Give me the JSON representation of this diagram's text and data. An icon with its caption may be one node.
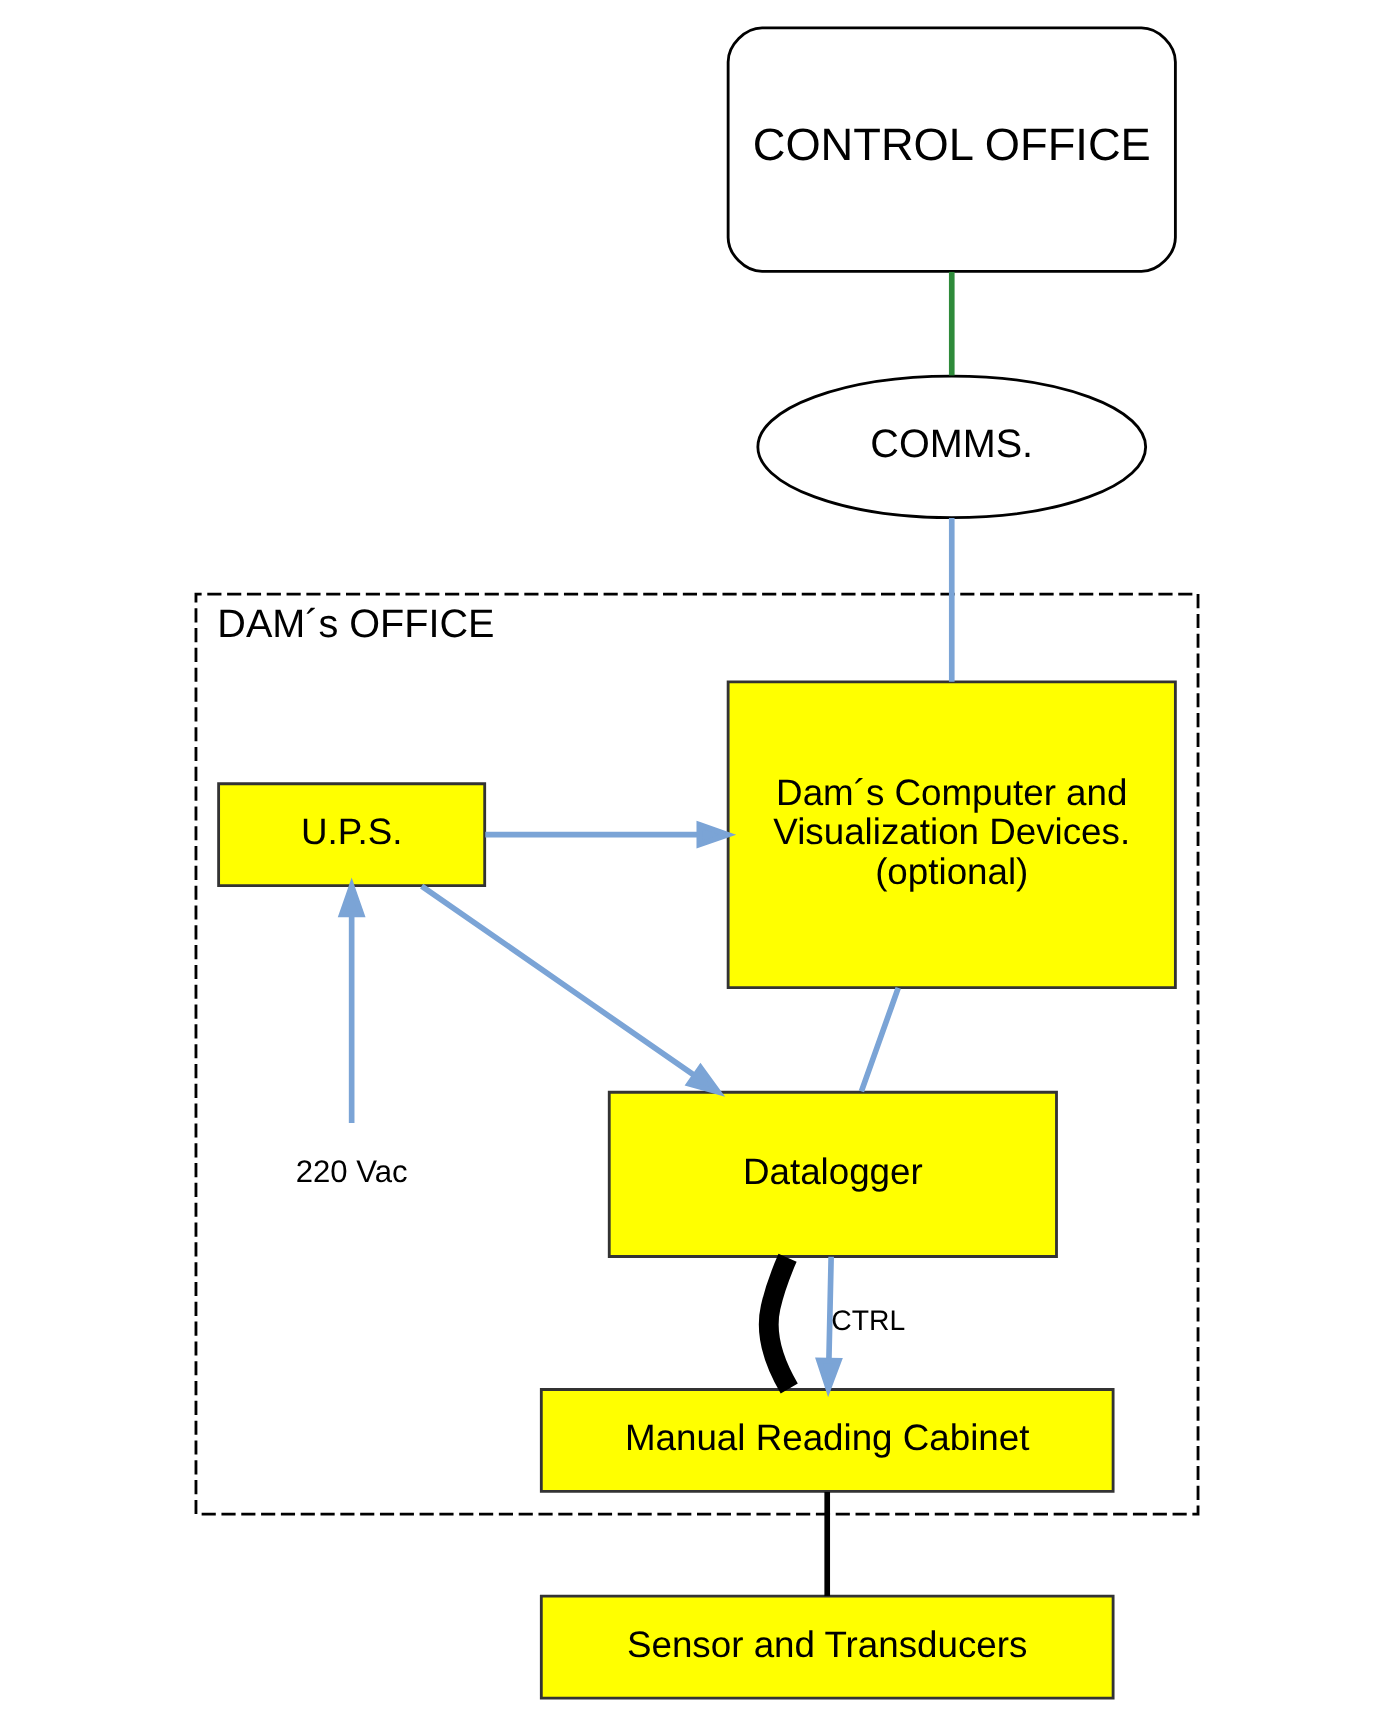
{
  "diagram": {
    "nodes": [
      {
        "text": [
          "CONTROL OFFICE"
        ]
      },
      {
        "text": [
          "COMMS."
        ]
      },
      {
        "text": [
          "DAM´s OFFICE"
        ]
      },
      {
        "text": [
          "Dam´s Computer and Visualization Devices. (optional)"
        ],
        "in": 2
      },
      {
        "text": [
          "U.P.S."
        ],
        "in": 2
      },
      {
        "text": [
          "Datalogger"
        ],
        "in": 2
      },
      {
        "text": [
          "Manual Reading Cabinet"
        ],
        "in": 2
      },
      {
        "text": [
          "Sensor and Transducers"
        ]
      },
      {
        "text": [
          "220 Vac"
        ],
        "in": 2
      }
    ],
    "edges": [
      {
        "from": 0,
        "to": 1,
        "arrow": "none",
        "color": "#2e8b3a"
      },
      {
        "from": 1,
        "to": 3,
        "arrow": "none"
      },
      {
        "from": 3,
        "to": 5,
        "arrow": "none"
      },
      {
        "from": 4,
        "to": 3,
        "arrow": "to"
      },
      {
        "from": 4,
        "to": 5,
        "arrow": "to"
      },
      {
        "from": 8,
        "to": 4,
        "arrow": "to"
      },
      {
        "from": 5,
        "to": 6,
        "arrow": "none",
        "style": "thick",
        "color": "#000000"
      },
      {
        "from": 5,
        "to": 6,
        "arrow": "to",
        "label": "CTRL"
      },
      {
        "from": 6,
        "to": 7,
        "arrow": "none",
        "color": "#000000"
      }
    ]
  }
}
